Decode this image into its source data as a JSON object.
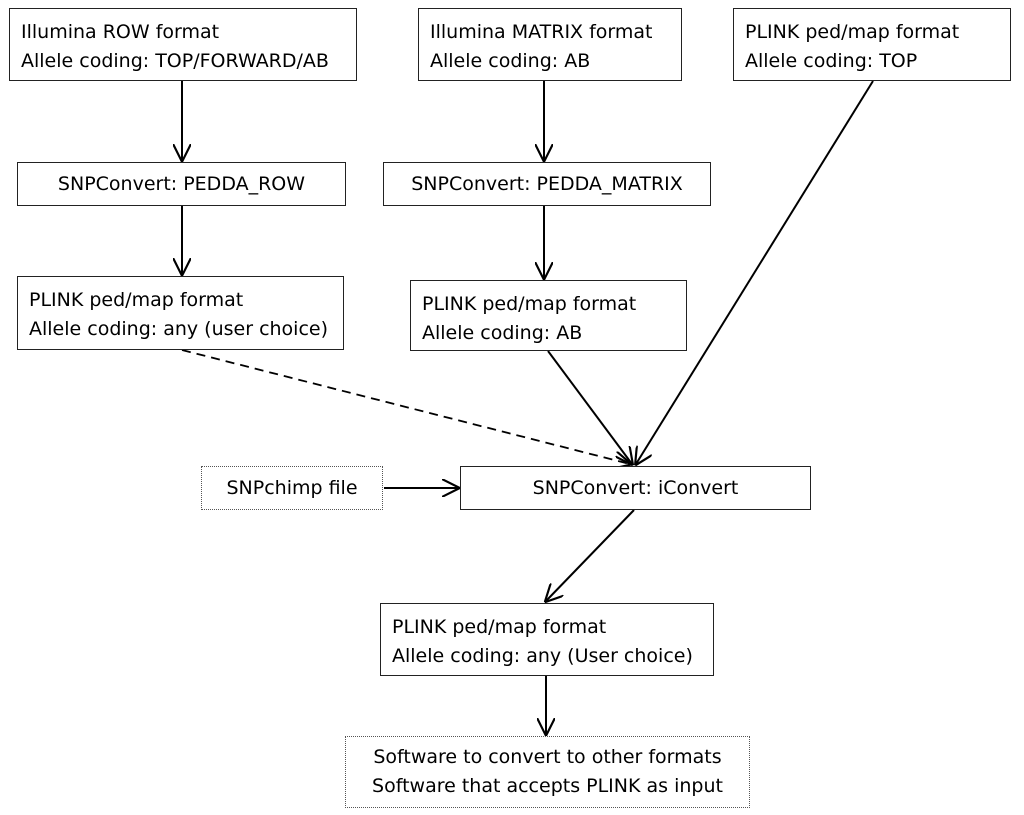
{
  "boxes": {
    "illumina_row": {
      "line1": "Illumina ROW format",
      "line2": "Allele coding: TOP/FORWARD/AB"
    },
    "illumina_matrix": {
      "line1": "Illumina MATRIX format",
      "line2": "Allele coding: AB"
    },
    "plink_top": {
      "line1": "PLINK ped/map format",
      "line2": "Allele coding: TOP"
    },
    "pedda_row": {
      "label": "SNPConvert: PEDDA_ROW"
    },
    "pedda_matrix": {
      "label": "SNPConvert: PEDDA_MATRIX"
    },
    "plink_any_left": {
      "line1": "PLINK ped/map format",
      "line2": "Allele coding: any (user choice)"
    },
    "plink_ab": {
      "line1": "PLINK ped/map format",
      "line2": "Allele coding: AB"
    },
    "snpchimp": {
      "label": "SNPchimp file"
    },
    "iconvert": {
      "label": "SNPConvert: iConvert"
    },
    "plink_any_out": {
      "line1": "PLINK ped/map format",
      "line2": "Allele coding: any (User choice)"
    },
    "software": {
      "line1": "Software to convert to other formats",
      "line2": "Software that accepts PLINK as input"
    }
  }
}
